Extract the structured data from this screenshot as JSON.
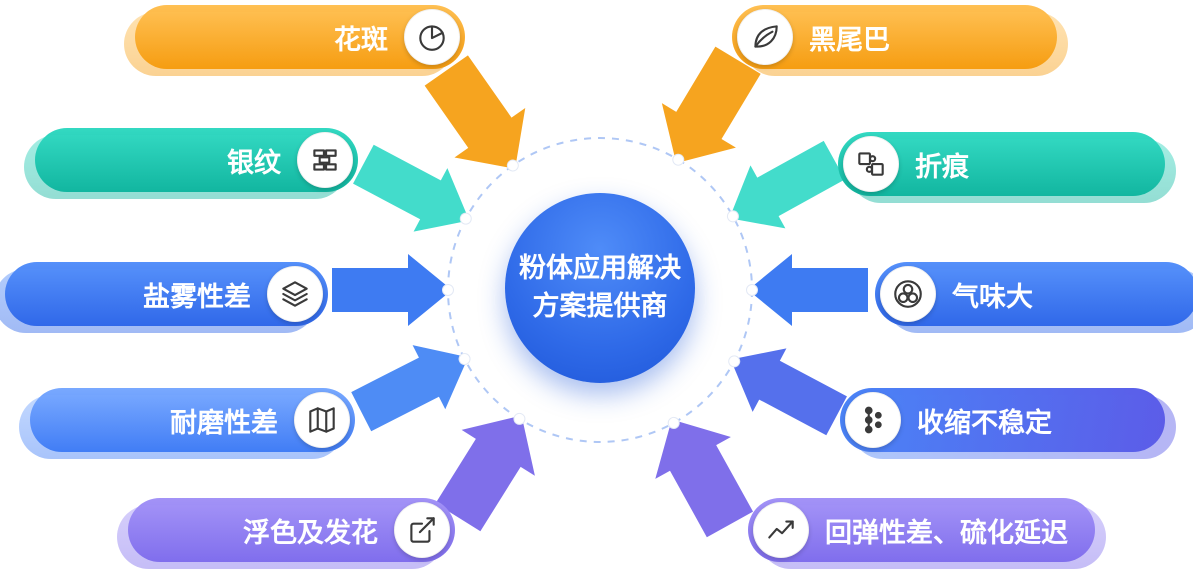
{
  "center": {
    "title_line1": "粉体应用解决",
    "title_line2": "方案提供商"
  },
  "pills": [
    {
      "label": "花斑",
      "icon": "pie-chart-icon",
      "side": "left",
      "color": "#F59B0E"
    },
    {
      "label": "黑尾巴",
      "icon": "leaf-icon",
      "side": "right",
      "color": "#F59B0E"
    },
    {
      "label": "银纹",
      "icon": "bricks-icon",
      "side": "left",
      "color": "#10B49E"
    },
    {
      "label": "折痕",
      "icon": "puzzle-icon",
      "side": "right",
      "color": "#10B49E"
    },
    {
      "label": "盐雾性差",
      "icon": "layers-icon",
      "side": "left",
      "color": "#2E66E8"
    },
    {
      "label": "气味大",
      "icon": "bubbles-icon",
      "side": "right",
      "color": "#2E66E8"
    },
    {
      "label": "耐磨性差",
      "icon": "map-book-icon",
      "side": "left",
      "color": "#3E7BF5"
    },
    {
      "label": "收缩不稳定",
      "icon": "flow-dots-icon",
      "side": "right",
      "color": "#5C5BE8"
    },
    {
      "label": "浮色及发花",
      "icon": "compose-icon",
      "side": "left",
      "color": "#7E6CEC"
    },
    {
      "label": "回弹性差、硫化延迟",
      "icon": "trend-chart-icon",
      "side": "right",
      "color": "#7E6CEC"
    }
  ],
  "palette": {
    "orange": "#F59B0E",
    "teal": "#10B49E",
    "blue": "#2E66E8",
    "light_blue": "#3E7BF5",
    "indigo": "#5C5BE8",
    "purple": "#7E6CEC",
    "center_blue": "#2F6AE8",
    "dashed_ring": "#AFC7F5",
    "background": "#FFFFFF"
  }
}
